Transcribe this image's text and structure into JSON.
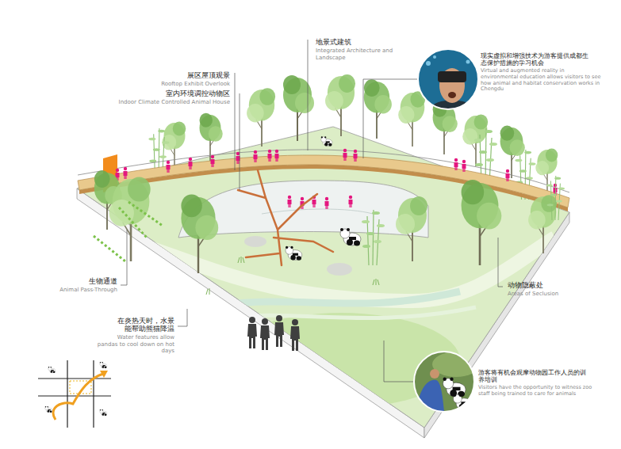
{
  "diagram": {
    "labels": [
      "地景式建筑",
      "Integrated Architecture and Landscape",
      "展区屋顶观景",
      "Rooftop Exhibit Overlook",
      "室内环境调控动物区",
      "Indoor Climate Controlled Animal House",
      "现实虚拟和增强技术为游客提供成都生态保护措施的学习机会",
      "Virtual and augmented reality in environmental education allows visitors to see how animal and habitat conservation works in Chengdu",
      "生物通道",
      "Animal Pass-Through",
      "动物隐蔽处",
      "Areas of Seclusion",
      "在炎热天时，水景能帮助熊猫降温",
      "Water features allow pandas to cool down on hot days",
      "游客将有机会观摩动物园工作人员的训养培训",
      "Visitors have the opportunity to witness zoo staff being trained to care for animals"
    ]
  }
}
